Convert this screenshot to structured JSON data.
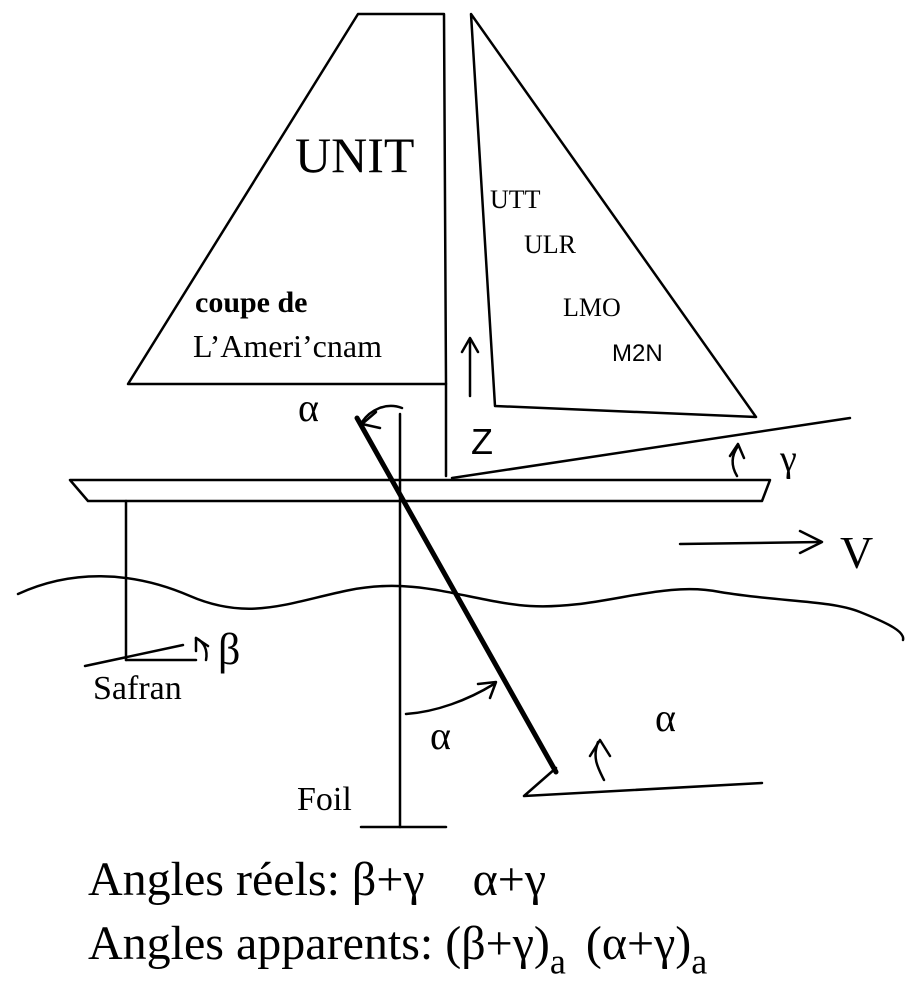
{
  "sail_left": {
    "title": "UNIT",
    "line1": "coupe de",
    "line2": "L’Ameri’cnam"
  },
  "sail_right": {
    "items": [
      "UTT",
      "ULR",
      "LMO",
      "M2N"
    ]
  },
  "labels": {
    "alpha_top": "α",
    "z": "Z",
    "gamma": "γ",
    "v": "V",
    "beta": "β",
    "safran": "Safran",
    "alpha_mid": "α",
    "alpha_right": "α",
    "foil": "Foil"
  },
  "caption": {
    "real": "Angles réels: β+γ    α+γ",
    "apparent_prefix": "Angles apparents: ",
    "apparent_term1": "(β+γ)",
    "apparent_sub1": "a",
    "apparent_term2": "(α+γ)",
    "apparent_sub2": "a"
  }
}
